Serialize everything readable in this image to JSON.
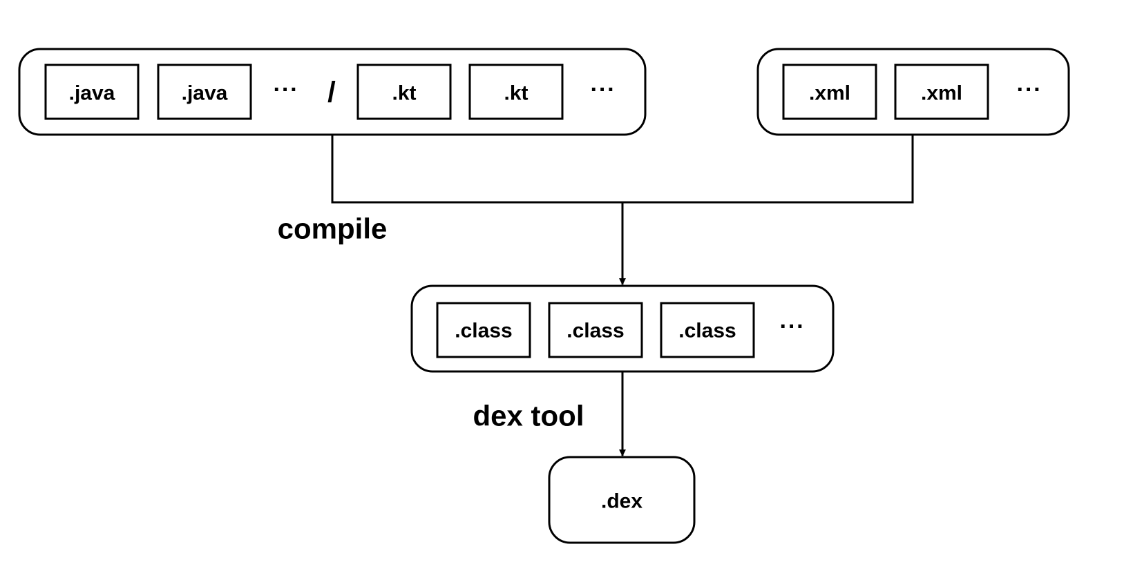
{
  "colors": {
    "stroke": "#000000",
    "background": "#ffffff"
  },
  "source_group": {
    "java_files": [
      ".java",
      ".java"
    ],
    "java_ellipsis": "···",
    "separator": "/",
    "kotlin_files": [
      ".kt",
      ".kt"
    ],
    "kotlin_ellipsis": "···"
  },
  "resource_group": {
    "xml_files": [
      ".xml",
      ".xml"
    ],
    "ellipsis": "···"
  },
  "compile_step": {
    "label": "compile"
  },
  "class_group": {
    "class_files": [
      ".class",
      ".class",
      ".class"
    ],
    "ellipsis": "···"
  },
  "dex_step": {
    "label": "dex tool"
  },
  "dex_output": {
    "label": ".dex"
  }
}
